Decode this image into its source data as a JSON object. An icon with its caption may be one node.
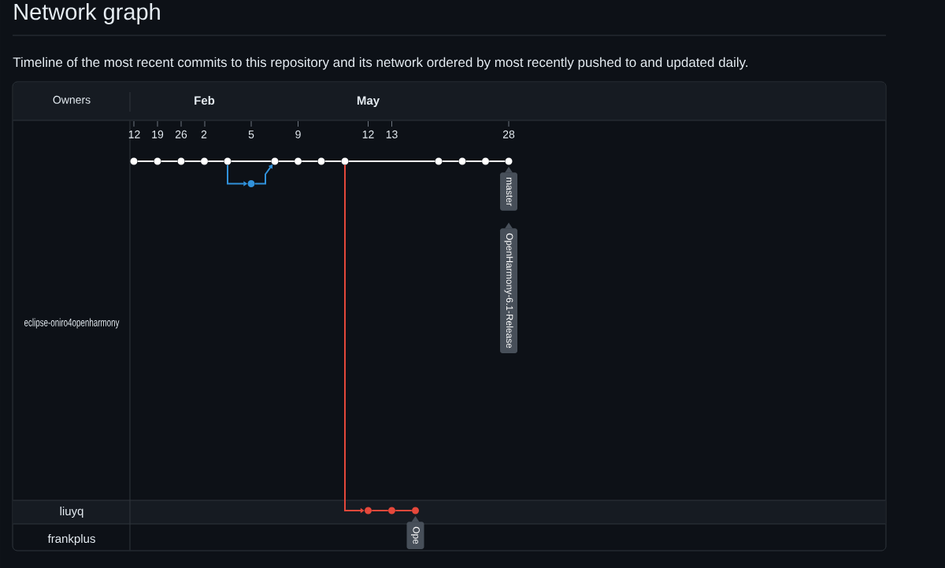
{
  "diagram": {
    "title": "Network graph",
    "caption": "Timeline of the most recent commits to this repository and its network ordered by most recently pushed to and updated daily.",
    "nodes": [
      {
        "text": [],
        "shape": "circle"
      },
      {
        "text": [],
        "shape": "circle"
      },
      {
        "text": [],
        "shape": "circle"
      },
      {
        "text": [],
        "shape": "circle"
      },
      {
        "text": [],
        "shape": "circle"
      },
      {
        "text": [],
        "shape": "circle"
      },
      {
        "text": [],
        "shape": "circle"
      },
      {
        "text": [],
        "shape": "circle"
      },
      {
        "text": [],
        "shape": "circle"
      },
      {
        "text": [],
        "shape": "circle"
      },
      {
        "text": [],
        "shape": "circle"
      },
      {
        "text": [],
        "shape": "circle"
      },
      {
        "text": [],
        "shape": "circle"
      },
      {
        "text": [],
        "shape": "circle"
      },
      {
        "text": [],
        "shape": "circle"
      },
      {
        "text": [],
        "shape": "circle"
      },
      {
        "text": [],
        "shape": "circle"
      },
      {
        "text": [
          "master"
        ]
      },
      {
        "text": [
          "OpenHarmony-6.1-Release"
        ]
      },
      {
        "text": [
          "Ope"
        ]
      }
    ],
    "edges": [
      {
        "from": 0,
        "to": 1,
        "arrow": "none"
      },
      {
        "from": 1,
        "to": 2,
        "arrow": "none"
      },
      {
        "from": 2,
        "to": 3,
        "arrow": "none"
      },
      {
        "from": 3,
        "to": 4,
        "arrow": "none"
      },
      {
        "from": 4,
        "to": 5,
        "arrow": "none"
      },
      {
        "from": 5,
        "to": 6,
        "arrow": "none"
      },
      {
        "from": 6,
        "to": 7,
        "arrow": "none"
      },
      {
        "from": 7,
        "to": 8,
        "arrow": "none"
      },
      {
        "from": 8,
        "to": 9,
        "arrow": "none"
      },
      {
        "from": 9,
        "to": 10,
        "arrow": "none"
      },
      {
        "from": 10,
        "to": 11,
        "arrow": "none"
      },
      {
        "from": 11,
        "to": 12,
        "arrow": "none"
      },
      {
        "from": 4,
        "to": 13,
        "arrow": "to",
        "color": "#3192db"
      },
      {
        "from": 13,
        "to": 5,
        "arrow": "to",
        "color": "#3192db"
      },
      {
        "from": 8,
        "to": 14,
        "arrow": "to",
        "color": "#e5483b"
      },
      {
        "from": 14,
        "to": 15,
        "arrow": "none",
        "color": "#e5483b"
      },
      {
        "from": 15,
        "to": 16,
        "arrow": "none",
        "color": "#e5483b"
      }
    ],
    "labels": [
      "Owners",
      "Feb",
      "May",
      "12",
      "19",
      "26",
      "2",
      "5",
      "9",
      "12",
      "13",
      "28",
      "eclipse-oniro4openharmony",
      "liuyq",
      "frankplus"
    ]
  }
}
